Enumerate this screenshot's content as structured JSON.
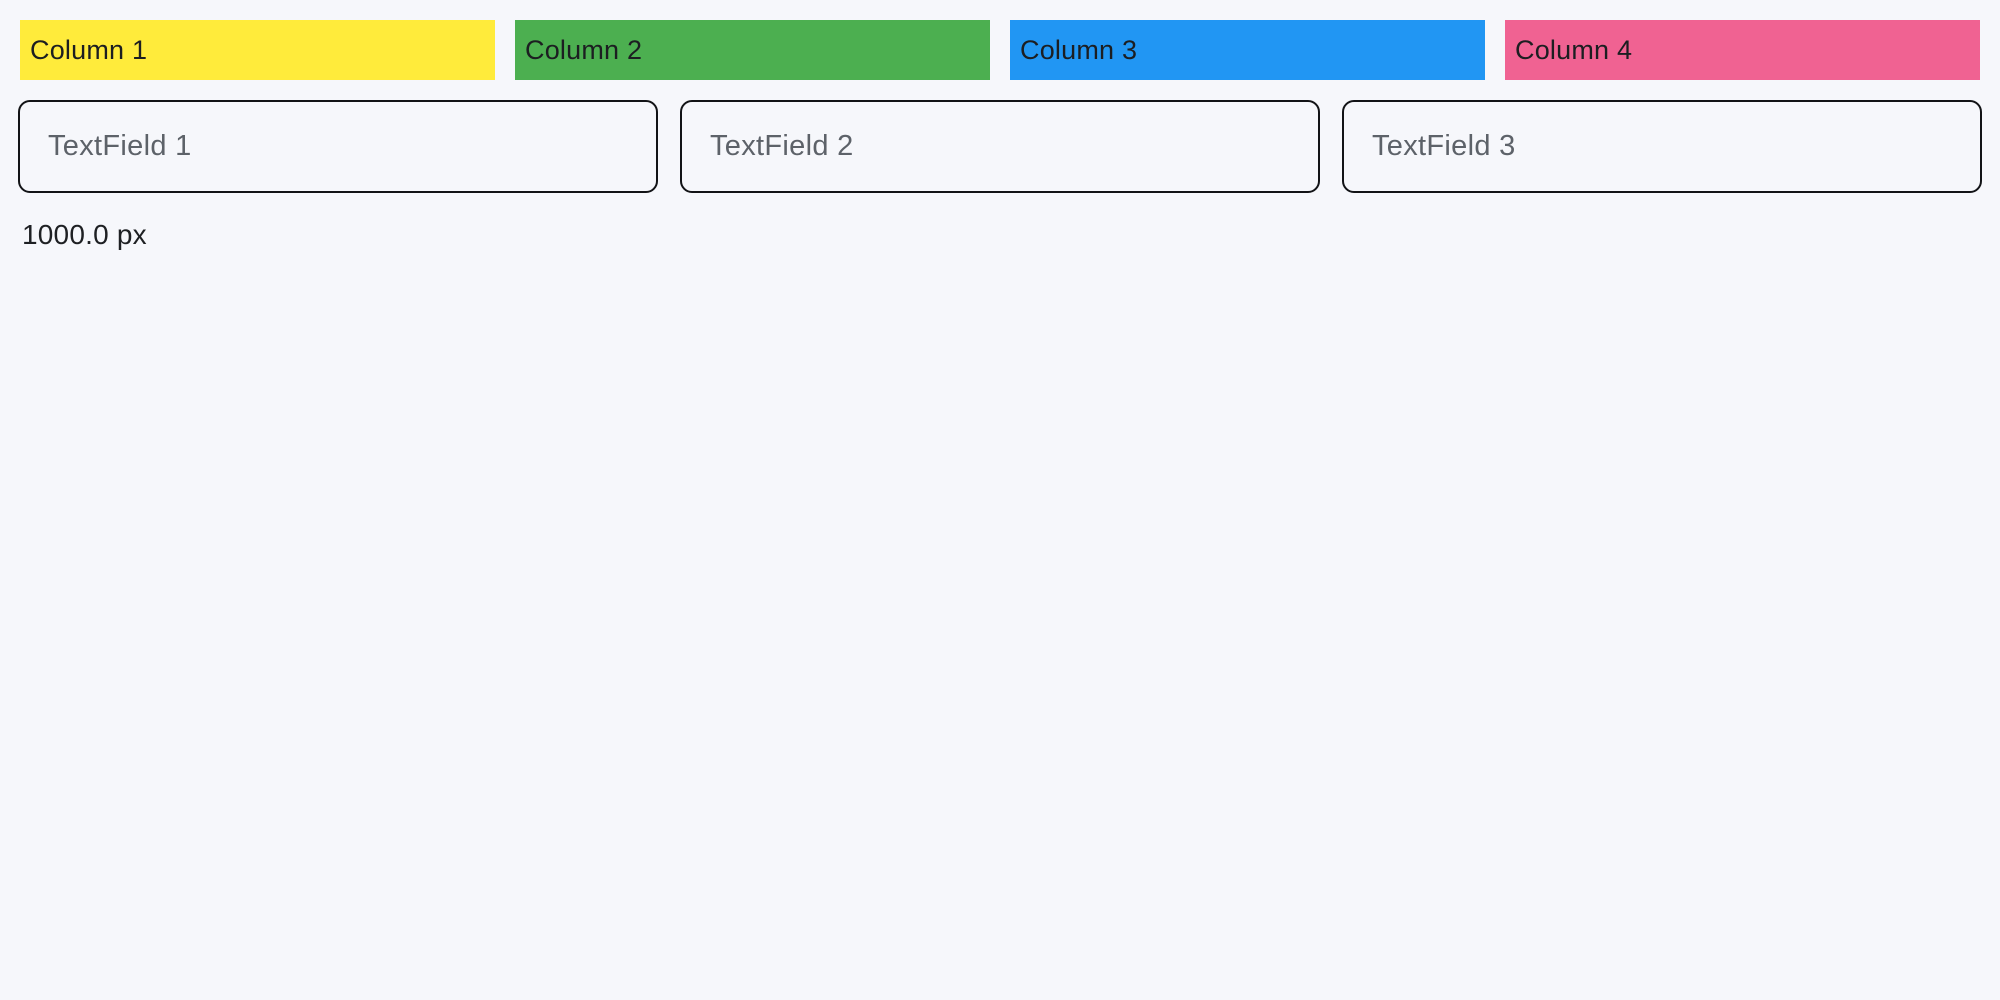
{
  "page": {
    "background": "#F6F7FB"
  },
  "columns": [
    {
      "label": "Column 1",
      "color": "#FFEB3B"
    },
    {
      "label": "Column 2",
      "color": "#4CAF50"
    },
    {
      "label": "Column 3",
      "color": "#2196F3"
    },
    {
      "label": "Column 4",
      "color": "#F06292"
    }
  ],
  "textfields": [
    {
      "placeholder": "TextField 1"
    },
    {
      "placeholder": "TextField 2"
    },
    {
      "placeholder": "TextField 3"
    }
  ],
  "footer": {
    "width_label": "1000.0 px"
  }
}
